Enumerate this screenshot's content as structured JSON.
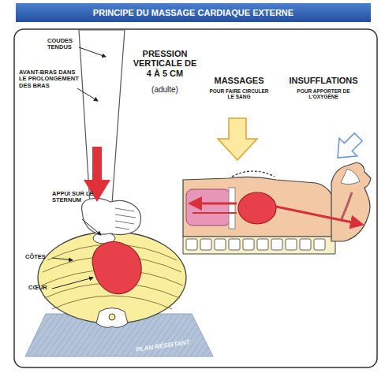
{
  "diagram": {
    "title": "PRINCIPE DU MASSAGE CARDIAQUE EXTERNE",
    "labels": [
      "COUDES TENDUS",
      "AVANT-BRAS DANS LE PROLONGEMENT DES BRAS",
      "PRESSION VERTICALE DE 4 À 5 CM",
      "(adulte)",
      "APPUI SUR LE STERNUM",
      "CÔTES",
      "CŒUR",
      "PLAN RÉSISTANT",
      "MASSAGES",
      "POUR FAIRE CIRCULER LE SANG",
      "INSUFFLATIONS",
      "POUR APPORTER DE L'OXYGÈNE"
    ]
  }
}
